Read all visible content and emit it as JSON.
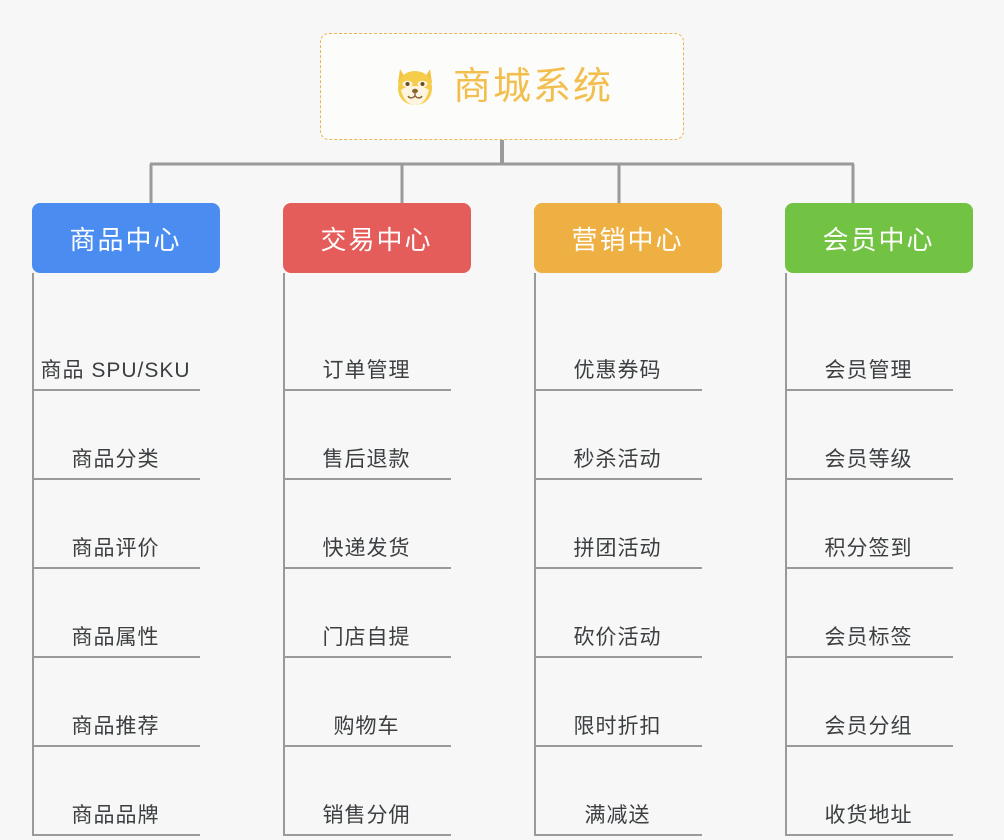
{
  "root": {
    "title": "商城系统",
    "emoji_name": "shiba-dog-face-emoji",
    "border_color": "#e8b552",
    "title_color": "#f2bf4e"
  },
  "connector_color": "#9a9a9a",
  "background": "#f7f7f7",
  "columns": [
    {
      "header": "商品中心",
      "color": "#4a8cf0",
      "items": [
        "商品 SPU/SKU",
        "商品分类",
        "商品评价",
        "商品属性",
        "商品推荐",
        "商品品牌"
      ]
    },
    {
      "header": "交易中心",
      "color": "#e45d5a",
      "items": [
        "订单管理",
        "售后退款",
        "快递发货",
        "门店自提",
        "购物车",
        "销售分佣"
      ]
    },
    {
      "header": "营销中心",
      "color": "#eeb042",
      "items": [
        "优惠券码",
        "秒杀活动",
        "拼团活动",
        "砍价活动",
        "限时折扣",
        "满减送"
      ]
    },
    {
      "header": "会员中心",
      "color": "#72c343",
      "items": [
        "会员管理",
        "会员等级",
        "积分签到",
        "会员标签",
        "会员分组",
        "收货地址"
      ]
    }
  ]
}
